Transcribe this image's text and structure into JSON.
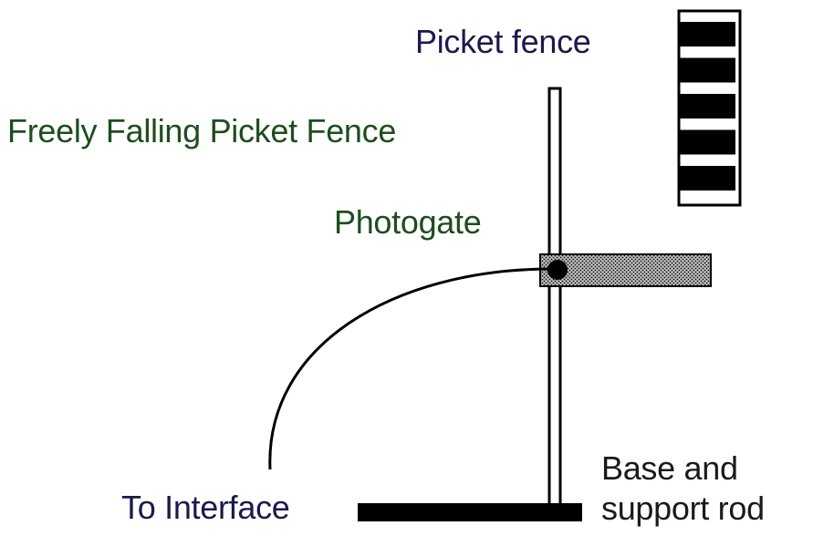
{
  "diagram": {
    "title": "Freely Falling Picket Fence",
    "labels": {
      "picket_fence": "Picket fence",
      "photogate": "Photogate",
      "to_interface": "To Interface",
      "base_line1": "Base and",
      "base_line2": "support rod"
    },
    "picket_fence_bands": 5,
    "colors": {
      "ink": "#000000",
      "background": "#ffffff",
      "photogate_fill": "#8a8a8a",
      "title_text": "#1e4d1e",
      "picket_label_text": "#1a1a4d"
    }
  }
}
